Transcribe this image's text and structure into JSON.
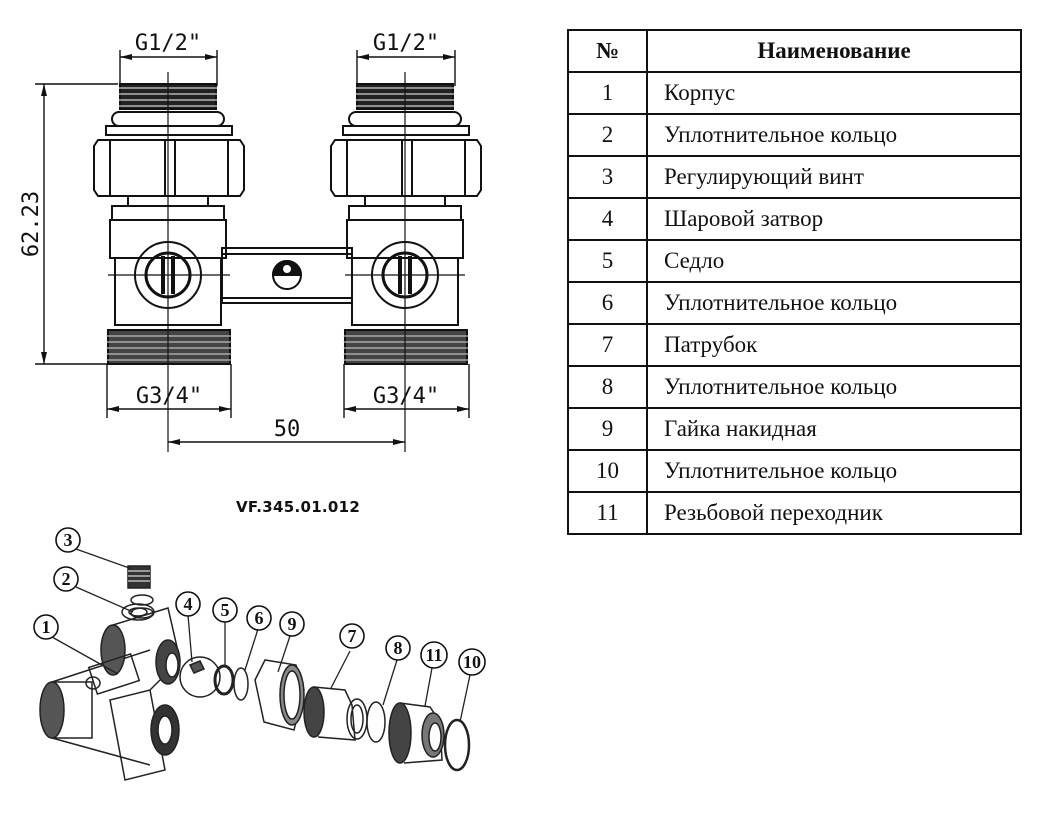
{
  "drawing": {
    "dimensions": {
      "top_left_thread": "G1/2\"",
      "top_right_thread": "G1/2\"",
      "bottom_left_thread": "G3/4\"",
      "bottom_right_thread": "G3/4\"",
      "height": "62.23",
      "center_distance": "50"
    },
    "product_code": "VF.345.01.012",
    "callouts": [
      "1",
      "2",
      "3",
      "4",
      "5",
      "6",
      "7",
      "8",
      "9",
      "10",
      "11"
    ]
  },
  "parts_table": {
    "header_num": "№",
    "header_name": "Наименование",
    "rows": [
      {
        "num": "1",
        "name": "Корпус"
      },
      {
        "num": "2",
        "name": "Уплотнительное кольцо"
      },
      {
        "num": "3",
        "name": "Регулирующий винт"
      },
      {
        "num": "4",
        "name": "Шаровой затвор"
      },
      {
        "num": "5",
        "name": "Седло"
      },
      {
        "num": "6",
        "name": "Уплотнительное кольцо"
      },
      {
        "num": "7",
        "name": "Патрубок"
      },
      {
        "num": "8",
        "name": "Уплотнительное кольцо"
      },
      {
        "num": "9",
        "name": "Гайка накидная"
      },
      {
        "num": "10",
        "name": "Уплотнительное кольцо"
      },
      {
        "num": "11",
        "name": "Резьбовой переходник"
      }
    ]
  }
}
